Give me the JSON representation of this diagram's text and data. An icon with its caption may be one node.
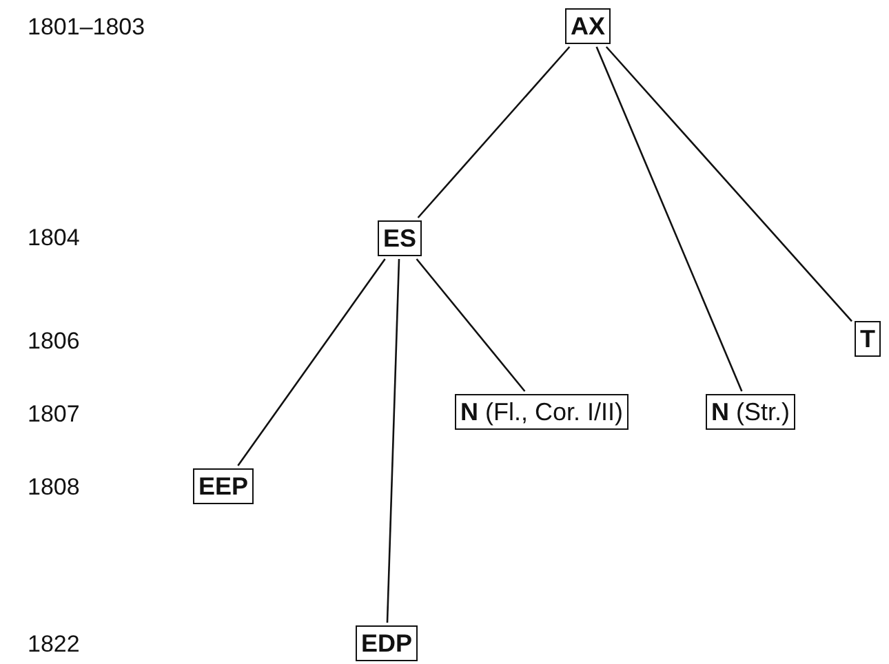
{
  "diagram": {
    "nodes": [
      {
        "text": [
          "AX"
        ]
      },
      {
        "text": [
          "ES"
        ]
      },
      {
        "text": [
          "T"
        ]
      },
      {
        "text": [
          "**N** (Fl., Cor. I/II)"
        ]
      },
      {
        "text": [
          "**N** (Str.)"
        ]
      },
      {
        "text": [
          "EEP"
        ]
      },
      {
        "text": [
          "EDP"
        ]
      }
    ],
    "edges": [
      {
        "from": 0,
        "to": 1,
        "arrow": "none"
      },
      {
        "from": 0,
        "to": 4,
        "arrow": "none"
      },
      {
        "from": 0,
        "to": 2,
        "arrow": "none"
      },
      {
        "from": 1,
        "to": 5,
        "arrow": "none"
      },
      {
        "from": 1,
        "to": 6,
        "arrow": "none"
      },
      {
        "from": 1,
        "to": 3,
        "arrow": "none"
      }
    ],
    "labels": [
      "1801–1803",
      "1804",
      "1806",
      "1807",
      "1808",
      "1822"
    ]
  }
}
